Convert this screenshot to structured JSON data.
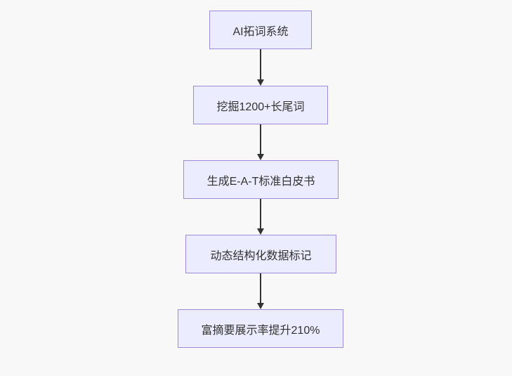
{
  "canvas": {
    "background_color": "#f8f8f8"
  },
  "diagram": {
    "type": "flowchart",
    "direction": "top-down",
    "node_fill_color": "#ECECFF",
    "node_border_color": "#9370DB",
    "node_text_color": "#333333",
    "arrow_color": "#333333",
    "nodes": [
      {
        "id": "step-1",
        "label": "AI拓词系统"
      },
      {
        "id": "step-2",
        "label": "挖掘1200+长尾词"
      },
      {
        "id": "step-3",
        "label": "生成E-A-T标准白皮书"
      },
      {
        "id": "step-4",
        "label": "动态结构化数据标记"
      },
      {
        "id": "step-5",
        "label": "富摘要展示率提升210%"
      }
    ],
    "edges": [
      {
        "from": "step-1",
        "to": "step-2"
      },
      {
        "from": "step-2",
        "to": "step-3"
      },
      {
        "from": "step-3",
        "to": "step-4"
      },
      {
        "from": "step-4",
        "to": "step-5"
      }
    ]
  }
}
